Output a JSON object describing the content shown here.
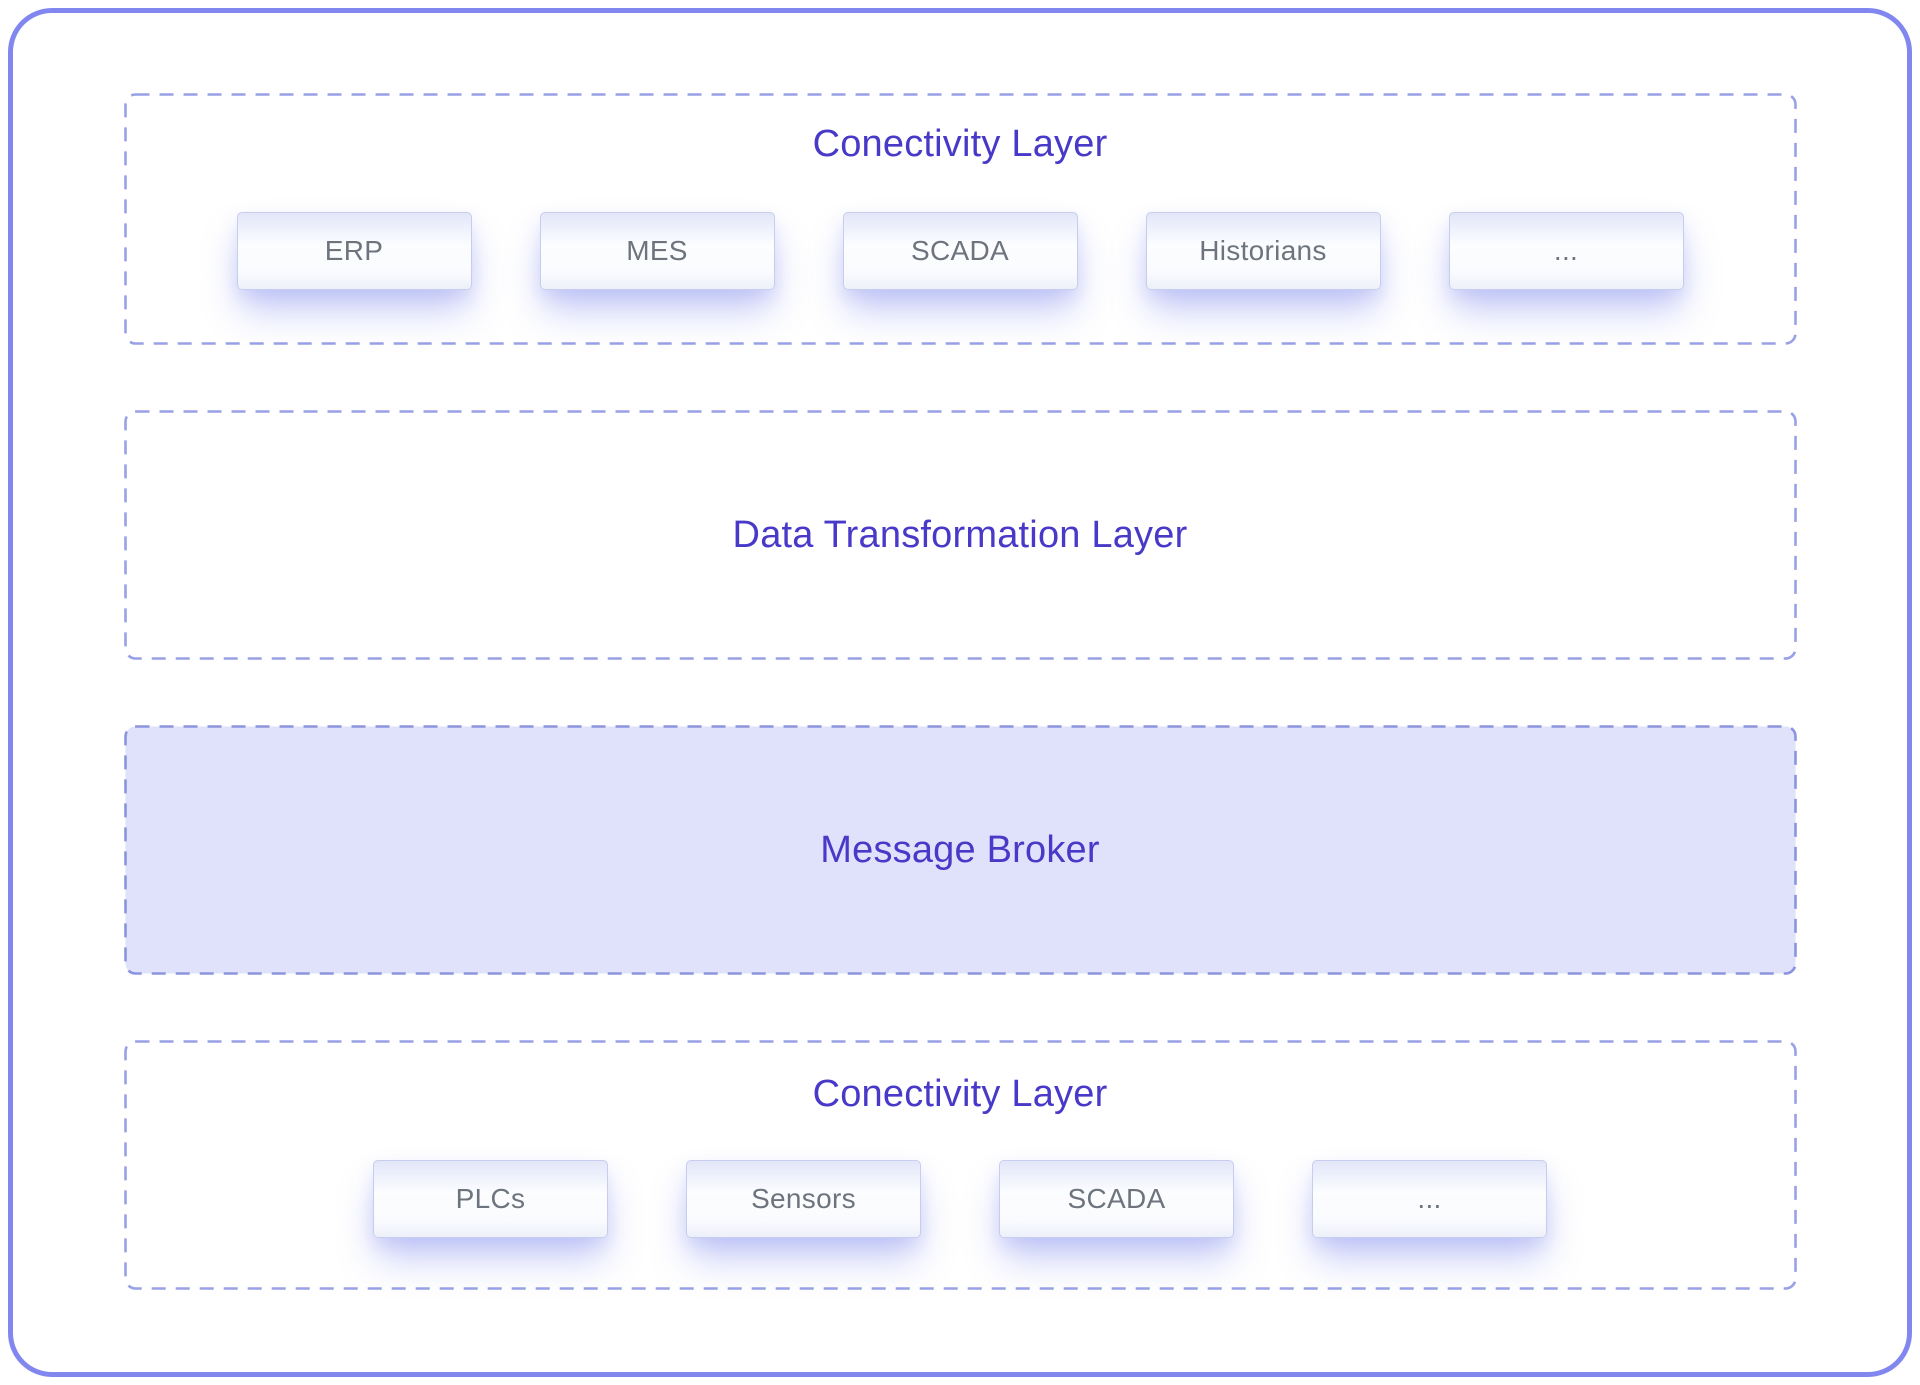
{
  "colors": {
    "frame_border": "#8287f0",
    "dashed_border": "#98a1e6",
    "title_text": "#4839c8",
    "node_text": "#6e747d",
    "broker_fill": "#dfe2fa"
  },
  "sections": [
    {
      "id": "connectivity-top",
      "title": "Conectivity Layer",
      "boxes": [
        "ERP",
        "MES",
        "SCADA",
        "Historians",
        "..."
      ]
    },
    {
      "id": "data-transformation",
      "title": "Data Transformation Layer",
      "boxes": []
    },
    {
      "id": "message-broker",
      "title": "Message Broker",
      "highlighted": true,
      "boxes": []
    },
    {
      "id": "connectivity-bottom",
      "title": "Conectivity Layer",
      "boxes": [
        "PLCs",
        "Sensors",
        "SCADA",
        "..."
      ]
    }
  ]
}
